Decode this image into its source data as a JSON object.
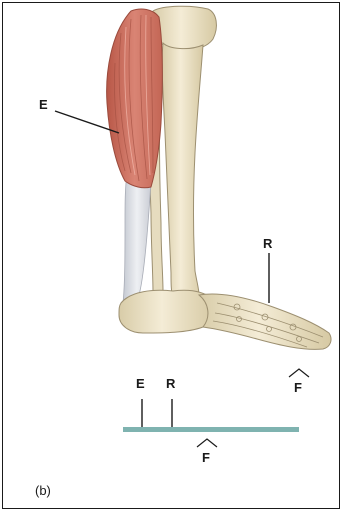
{
  "labels": {
    "effort": "E",
    "resistance": "R",
    "fulcrum": "F"
  },
  "lever": {
    "effort": "E",
    "resistance": "R",
    "fulcrum": "F"
  },
  "caption": "(b)",
  "colors": {
    "muscle": "#c8685a",
    "bone": "#eee4c8",
    "bone_outline": "#9c8f70",
    "tendon": "#d9dbe0",
    "lever_bar": "#7fb3b0",
    "ink": "#1a1a1a"
  }
}
